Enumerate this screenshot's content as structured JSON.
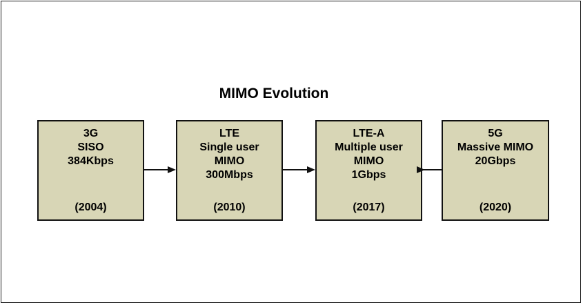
{
  "title": "MIMO Evolution",
  "stages": [
    {
      "lines": [
        "3G",
        "SISO",
        "384Kbps"
      ],
      "year": "(2004)"
    },
    {
      "lines": [
        "LTE",
        "Single user",
        "MIMO",
        "300Mbps"
      ],
      "year": "(2010)"
    },
    {
      "lines": [
        "LTE-A",
        "Multiple user",
        "MIMO",
        "1Gbps"
      ],
      "year": "(2017)"
    },
    {
      "lines": [
        "5G",
        "Massive MIMO",
        "20Gbps"
      ],
      "year": "(2020)"
    }
  ],
  "colors": {
    "box_fill": "#d8d6b6",
    "box_border": "#111111",
    "arrow": "#111111",
    "text": "#000000"
  }
}
